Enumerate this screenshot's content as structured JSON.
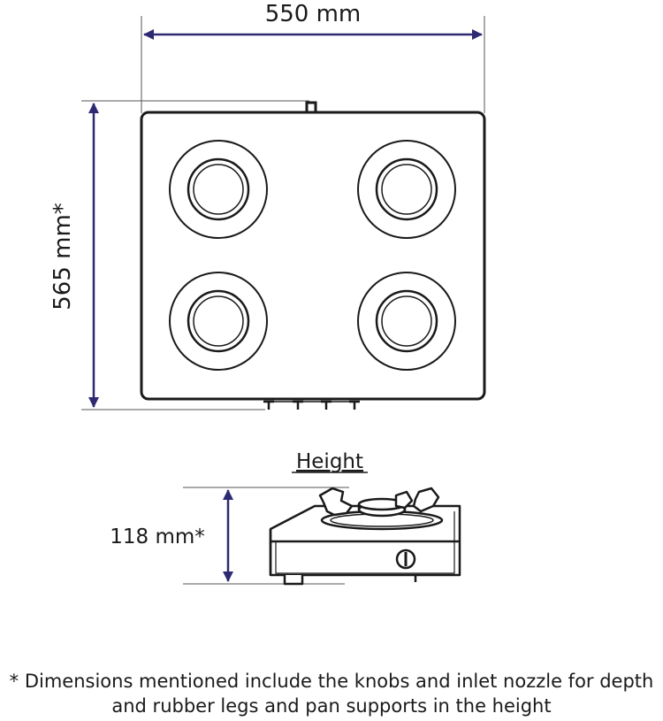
{
  "dimensions": {
    "width_label": "550 mm",
    "depth_label": "565 mm*",
    "height_title": "Height",
    "height_label": "118 mm*"
  },
  "footnote": {
    "line1": "* Dimensions mentioned include the knobs and inlet nozzle for depth",
    "line2": "and rubber legs and pan supports in the height"
  },
  "colors": {
    "arrow": "#2d2a72",
    "outline": "#1a1a1a",
    "guide": "#555555"
  }
}
